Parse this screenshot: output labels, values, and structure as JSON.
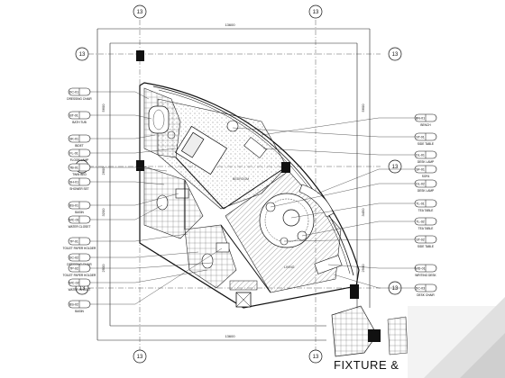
{
  "caption": "FIXTURE &",
  "grid_top": [
    "13",
    "13"
  ],
  "grid_bottom": [
    "13",
    "13"
  ],
  "grid_left": [
    "13",
    "13",
    "13"
  ],
  "grid_right": [
    "13",
    "13",
    "13"
  ],
  "left_labels": [
    {
      "code": "DC-01",
      "desc": "DRESSING CHAIR"
    },
    {
      "code": "BT-01",
      "desc": "BATH TUB"
    },
    {
      "code": "SK-01",
      "desc": "BIDET"
    },
    {
      "code": "FL-01",
      "desc": "FLOOR LAMP"
    },
    {
      "code": "TB-01",
      "desc": "TWIN BED"
    },
    {
      "code": "SH-01",
      "desc": "SHOWER SET"
    },
    {
      "code": "BS-01",
      "desc": "BASIN"
    },
    {
      "code": "WC-01",
      "desc": "WATER CLOSET"
    },
    {
      "code": "TP-01",
      "desc": "TOILET PAPER HOLDER"
    },
    {
      "code": "DC-02",
      "desc": "DRESSING CHAIR"
    },
    {
      "code": "TP-02",
      "desc": "TOILET PAPER HOLDER"
    },
    {
      "code": "WC-02",
      "desc": "WATER CLOSET"
    },
    {
      "code": "BS-02",
      "desc": "BASIN"
    }
  ],
  "right_labels": [
    {
      "code": "BN-01",
      "desc": "BENCH"
    },
    {
      "code": "ST-01",
      "desc": "SIDE TABLE"
    },
    {
      "code": "DL-01",
      "desc": "DESK LAMP"
    },
    {
      "code": "SF-01",
      "desc": "SOFA"
    },
    {
      "code": "DL-02",
      "desc": "DESK LAMP"
    },
    {
      "code": "TL-01",
      "desc": "TEA TABLE"
    },
    {
      "code": "TL-02",
      "desc": "TEA TABLE"
    },
    {
      "code": "ST-02",
      "desc": "SIDE TABLE"
    },
    {
      "code": "WD-01",
      "desc": "WRITING DESK"
    },
    {
      "code": "DC-03",
      "desc": "DESK CHAIR"
    }
  ],
  "dimensions": {
    "top": "13600",
    "bottom": "13600",
    "left": [
      "5600",
      "2600",
      "3200",
      "2900"
    ],
    "right": [
      "5600",
      "3450",
      "2900"
    ]
  },
  "room_labels": [
    "BEDROOM",
    "LIVING"
  ]
}
